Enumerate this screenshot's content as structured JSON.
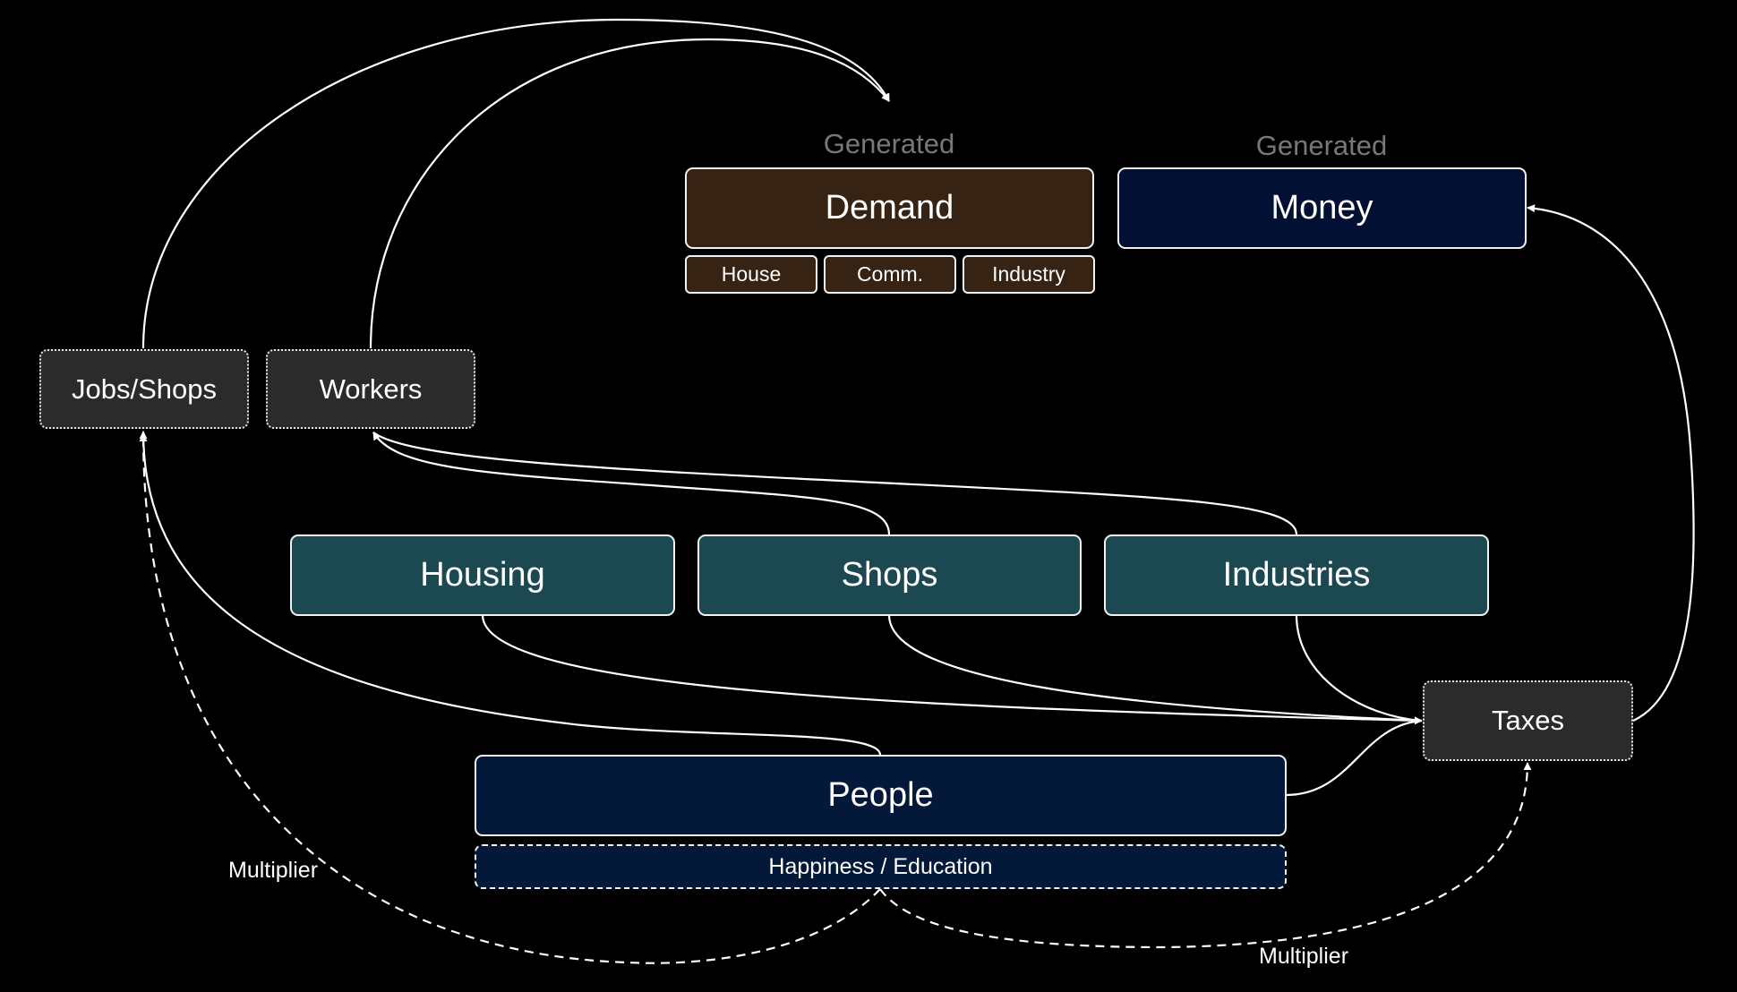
{
  "demand_group": {
    "caption": "Generated",
    "title": "Demand",
    "sub": [
      "House",
      "Comm.",
      "Industry"
    ]
  },
  "money_group": {
    "caption": "Generated",
    "title": "Money"
  },
  "intermediates": {
    "jobs_shops": "Jobs/Shops",
    "workers": "Workers",
    "taxes": "Taxes"
  },
  "zones": {
    "housing": "Housing",
    "shops": "Shops",
    "industries": "Industries"
  },
  "population": {
    "people": "People",
    "modifier": "Happiness / Education"
  },
  "edge_labels": {
    "left_multiplier": "Multiplier",
    "right_multiplier": "Multiplier"
  },
  "colors": {
    "background": "#000000",
    "demand_fill": "#372314",
    "money_fill": "#021033",
    "zone_fill": "#1c4852",
    "people_fill": "#04193a",
    "intermediate_fill": "#2b2b2b",
    "caption_text": "#787878",
    "edge": "#ffffff"
  }
}
